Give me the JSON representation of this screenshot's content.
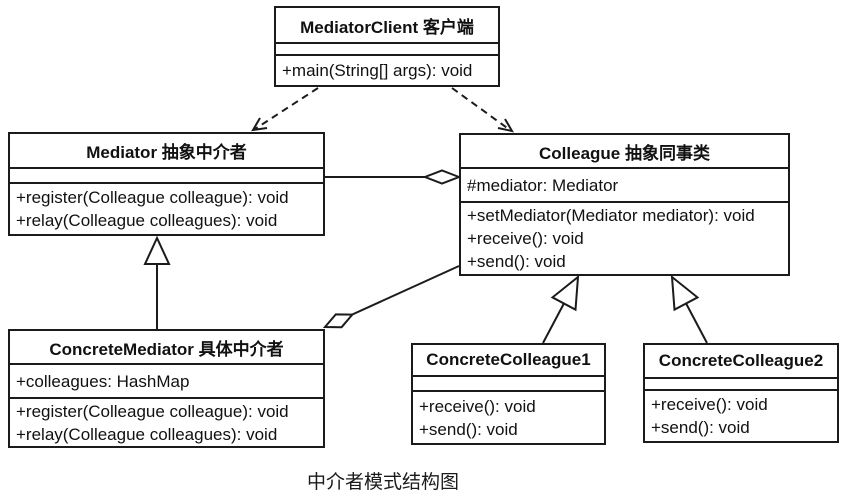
{
  "caption": "中介者模式结构图",
  "colors": {
    "line": "#1b1b1b",
    "background": "#ffffff",
    "box_fill": "#ffffff",
    "text": "#111111"
  },
  "classes": {
    "mediator_client": {
      "title": "MediatorClient 客户端",
      "attributes": [],
      "methods": [
        "+main(String[] args): void"
      ]
    },
    "mediator": {
      "title": "Mediator 抽象中介者",
      "attributes": [],
      "methods": [
        "+register(Colleague colleague): void",
        "+relay(Colleague colleagues): void"
      ]
    },
    "colleague": {
      "title": "Colleague 抽象同事类",
      "attributes": [
        "#mediator: Mediator"
      ],
      "methods": [
        "+setMediator(Mediator mediator): void",
        "+receive(): void",
        "+send(): void"
      ]
    },
    "concrete_mediator": {
      "title": "ConcreteMediator 具体中介者",
      "attributes": [
        "+colleagues: HashMap"
      ],
      "methods": [
        "+register(Colleague colleague): void",
        "+relay(Colleague colleagues): void"
      ]
    },
    "concrete_colleague1": {
      "title": "ConcreteColleague1",
      "attributes": [],
      "methods": [
        "+receive(): void",
        "+send(): void"
      ]
    },
    "concrete_colleague2": {
      "title": "ConcreteColleague2",
      "attributes": [],
      "methods": [
        "+receive(): void",
        "+send(): void"
      ]
    }
  },
  "relationships": [
    {
      "type": "dependency",
      "from": "MediatorClient",
      "to": "Mediator",
      "line": "dashed",
      "arrow": "open"
    },
    {
      "type": "dependency",
      "from": "MediatorClient",
      "to": "Colleague",
      "line": "dashed",
      "arrow": "open"
    },
    {
      "type": "aggregation",
      "owner": "Colleague",
      "part": "Mediator",
      "diamond_at": "Colleague"
    },
    {
      "type": "generalization",
      "child": "ConcreteMediator",
      "parent": "Mediator"
    },
    {
      "type": "aggregation",
      "owner": "ConcreteMediator",
      "part": "Colleague",
      "diamond_at": "ConcreteMediator"
    },
    {
      "type": "generalization",
      "child": "ConcreteColleague1",
      "parent": "Colleague"
    },
    {
      "type": "generalization",
      "child": "ConcreteColleague2",
      "parent": "Colleague"
    }
  ]
}
